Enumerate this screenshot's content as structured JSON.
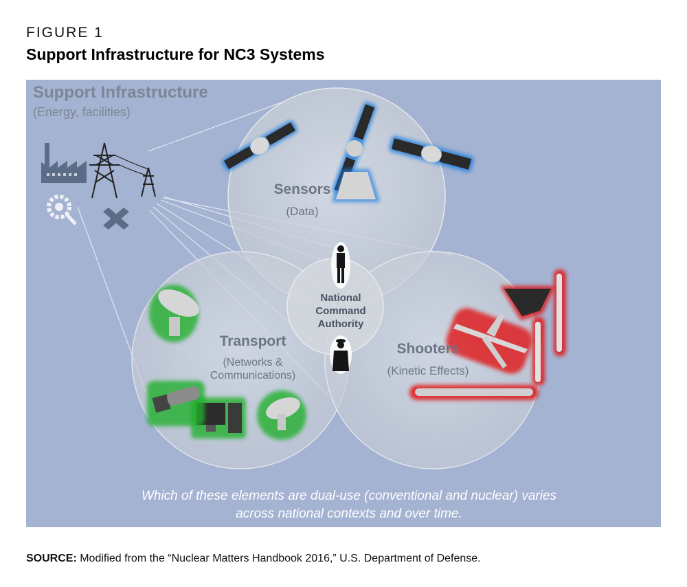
{
  "figure": {
    "label": "FIGURE 1",
    "title": "Support Infrastructure for NC3 Systems"
  },
  "diagram": {
    "support": {
      "title": "Support Infrastructure",
      "subtitle": "(Energy, facilities)"
    },
    "sensors": {
      "title": "Sensors",
      "subtitle": "(Data)"
    },
    "transport": {
      "title": "Transport",
      "subtitle_line1": "(Networks &",
      "subtitle_line2": "Communications)"
    },
    "shooters": {
      "title": "Shooters",
      "subtitle": "(Kinetic Effects)"
    },
    "center": {
      "line1": "National",
      "line2": "Command",
      "line3": "Authority"
    },
    "footnote_line1": "Which of these elements are dual-use (conventional and nuclear) varies",
    "footnote_line2": "across national contexts and over time."
  },
  "source": {
    "label": "SOURCE:",
    "text": " Modified from the “Nuclear Matters Handbook 2016,” U.S. Department of Defense."
  },
  "icons": [
    "factory-icon",
    "power-pylon-icon",
    "gear-wrench-icon",
    "highway-interchange-icon",
    "satellite-icon",
    "radar-dish-icon",
    "computer-icon",
    "aircraft-icon",
    "missile-icon",
    "submarine-icon",
    "person-icon",
    "officer-icon"
  ],
  "colors": {
    "panel_bg": "#a4b3d2",
    "sensor_glow": "#1f7fe0",
    "transport_glow": "#22b02e",
    "shooter_glow": "#e01818"
  }
}
